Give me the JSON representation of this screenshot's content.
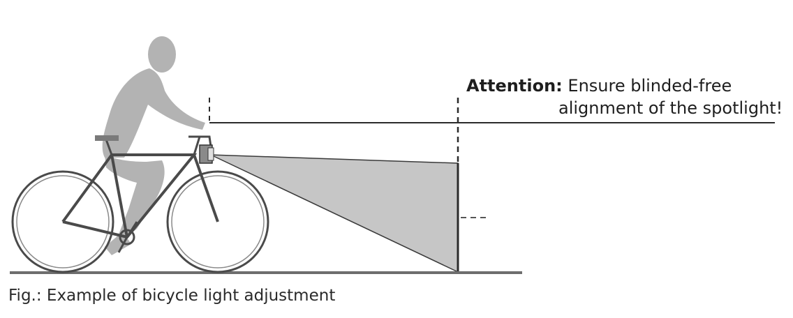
{
  "attention": {
    "title": "Attention:",
    "line1": "Ensure blinded-free",
    "line2": "alignment of the spotlight!"
  },
  "caption": "Fig.: Example of bicycle light adjustment",
  "colors": {
    "figure_gray": "#b3b3b3",
    "beam_gray": "#c6c6c6",
    "line_dark": "#2b2b2b",
    "text": "#1e1e1e"
  },
  "icons": [
    "cyclist-silhouette",
    "bicycle-icon",
    "headlight-icon"
  ]
}
